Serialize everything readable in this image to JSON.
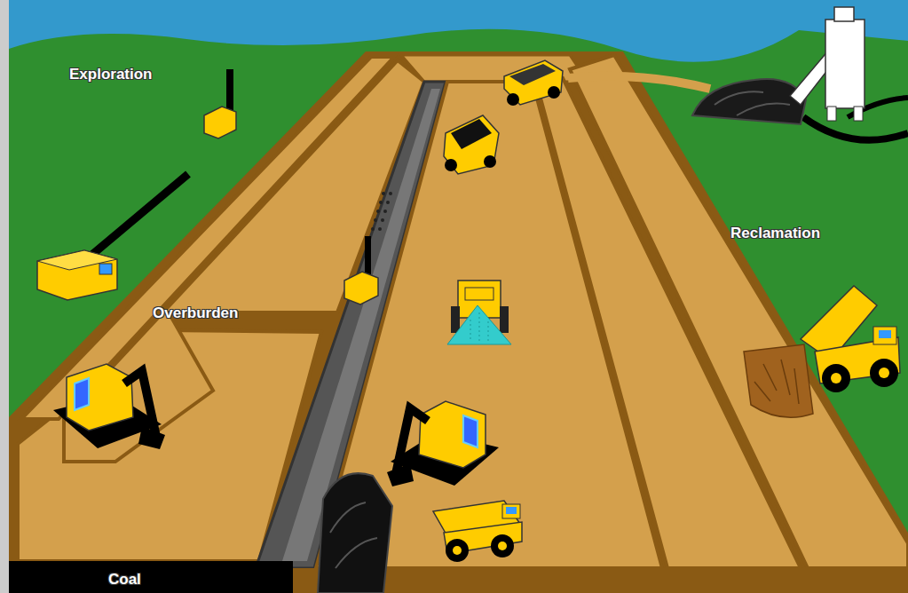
{
  "diagram": {
    "labels": [
      "Exploration",
      "Overburden",
      "Reclamation",
      "Coal"
    ]
  }
}
